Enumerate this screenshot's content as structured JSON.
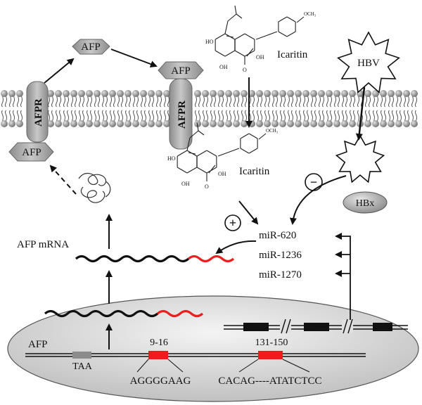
{
  "labels": {
    "afp_top": "AFP",
    "afp_bound": "AFP",
    "afp_left": "AFP",
    "afpr_left": "AFPR",
    "afpr_mid": "AFPR",
    "icaritin_top": "Icaritin",
    "icaritin_mid": "Icaritin",
    "hbv": "HBV",
    "hbx": "HBx",
    "minus": "−",
    "plus": "+",
    "afp_mrna": "AFP  mRNA",
    "mir_620": "miR-620",
    "mir_1236": "miR-1236",
    "mir_1270": "miR-1270",
    "afp_gene": "AFP",
    "taa": "TAA",
    "site_a_range": "9-16",
    "site_a_seq": "AGGGGAAG",
    "site_b_range": "131-150",
    "site_b_seq": "CACAG----ATATCTCC",
    "och3_top": "OCH₃",
    "och3_mid": "OCH₃",
    "oh_top_1": "HO",
    "oh_top_2": "OH",
    "oh_top_3": "OH",
    "oh_top_4": "O",
    "oh_mid_1": "HO",
    "oh_mid_2": "OH",
    "oh_mid_3": "OH",
    "oh_mid_4": "O"
  },
  "colors": {
    "membrane_head": "#9a9a9a",
    "protein_fill": "#a8a8a8",
    "mrna_red": "#e8201f",
    "site_red": "#ee1c1c",
    "taa_gray": "#8c8c8c",
    "nucleus_fill": "#d2d2d2"
  }
}
